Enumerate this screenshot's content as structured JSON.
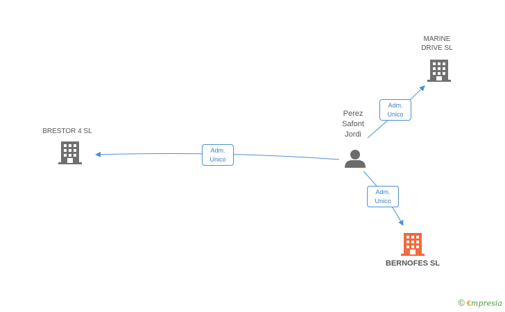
{
  "colors": {
    "edge": "#4a90d9",
    "building": "#707070",
    "focus_building": "#f26a3d",
    "person": "#6b6b6b"
  },
  "nodes": {
    "marine": {
      "label_line1": "MARINE",
      "label_line2": "DRIVE SL",
      "icon": "building-icon"
    },
    "brestor": {
      "label": "BRESTOR 4 SL",
      "icon": "building-icon"
    },
    "person": {
      "line1": "Perez",
      "line2": "Safont",
      "line3": "Jordi",
      "icon": "person-icon"
    },
    "bernofes": {
      "label": "BERNOFES SL",
      "icon": "building-icon"
    }
  },
  "edges": {
    "to_marine": {
      "line1": "Adm.",
      "line2": "Unico"
    },
    "to_brestor": {
      "line1": "Adm.",
      "line2": "Unico"
    },
    "to_bernofes": {
      "line1": "Adm.",
      "line2": "Unico"
    }
  },
  "brand": {
    "copyright": "©",
    "e": "€",
    "name": "mpresia"
  }
}
